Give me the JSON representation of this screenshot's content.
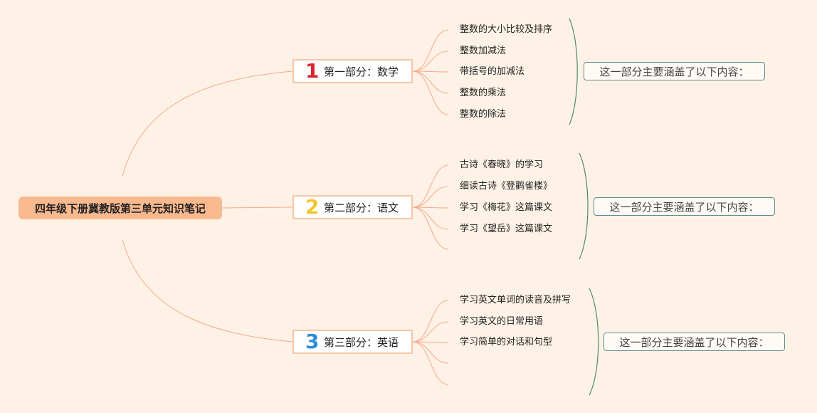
{
  "root": {
    "title": "四年级下册冀教版第三单元知识笔记"
  },
  "colors": {
    "background": "#fef2e6",
    "root_fill": "#f9b98e",
    "connector": "#f6a98a",
    "bracket": "#4f8a6e"
  },
  "branches": [
    {
      "number": "1",
      "label": "第一部分：数学",
      "items": [
        "整数的大小比较及排序",
        "整数加减法",
        "带括号的加减法",
        "整数的乘法",
        "整数的除法"
      ],
      "summary": "这一部分主要涵盖了以下内容："
    },
    {
      "number": "2",
      "label": "第二部分：语文",
      "items": [
        "古诗《春晓》的学习",
        "细读古诗《登鹳雀楼》",
        "学习《梅花》这篇课文",
        "学习《望岳》这篇课文"
      ],
      "summary": "这一部分主要涵盖了以下内容："
    },
    {
      "number": "3",
      "label": "第三部分：英语",
      "items": [
        "学习英文单词的读音及拼写",
        "学习英文的日常用语",
        "学习简单的对话和句型"
      ],
      "summary": "这一部分主要涵盖了以下内容："
    }
  ]
}
